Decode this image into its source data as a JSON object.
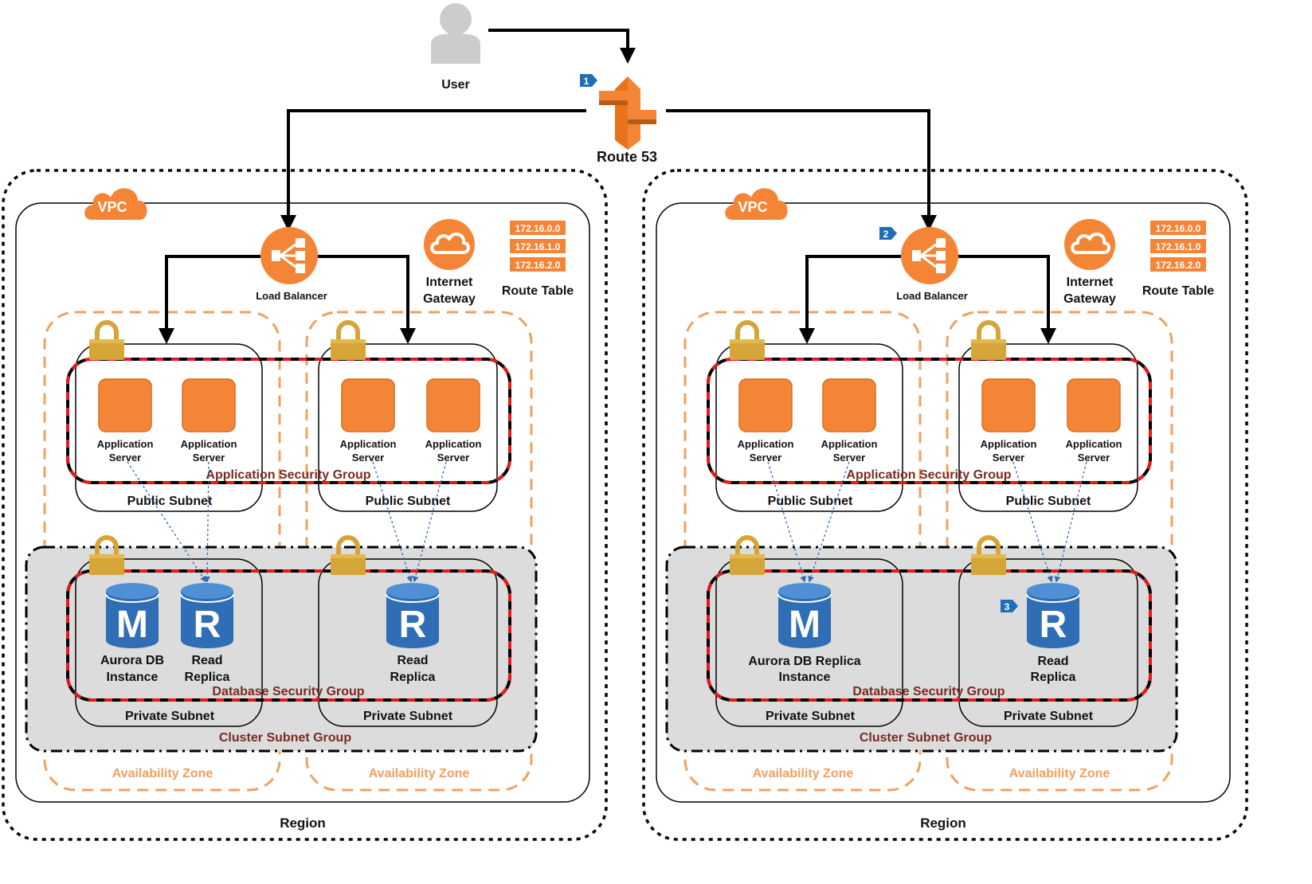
{
  "user": {
    "label": "User"
  },
  "route53": {
    "label": "Route 53"
  },
  "badges": {
    "one": "1",
    "two": "2",
    "three": "3"
  },
  "regions": [
    {
      "region_label": "Region",
      "vpc_label": "VPC",
      "load_balancer": "Load Balancer",
      "internet_gateway": [
        "Internet",
        "Gateway"
      ],
      "route_table": {
        "label": "Route Table",
        "entries": [
          "172.16.0.0",
          "172.16.1.0",
          "172.16.2.0"
        ]
      },
      "app_servers": [
        [
          "Application",
          "Server"
        ],
        [
          "Application",
          "Server"
        ],
        [
          "Application",
          "Server"
        ],
        [
          "Application",
          "Server"
        ]
      ],
      "app_sg": "Application Security Group",
      "public_subnets": [
        "Public Subnet",
        "Public Subnet"
      ],
      "db_primary": {
        "letter": "M",
        "label": [
          "Aurora DB",
          "Instance"
        ]
      },
      "db_replica_a": {
        "letter": "R",
        "label": [
          "Read",
          "Replica"
        ]
      },
      "db_replica_b": {
        "letter": "R",
        "label": [
          "Read",
          "Replica"
        ]
      },
      "db_sg": "Database Security Group",
      "private_subnets": [
        "Private Subnet",
        "Private Subnet"
      ],
      "cluster_group": "Cluster Subnet Group",
      "availability_zones": [
        "Availability Zone",
        "Availability Zone"
      ]
    },
    {
      "region_label": "Region",
      "vpc_label": "VPC",
      "load_balancer": "Load Balancer",
      "internet_gateway": [
        "Internet",
        "Gateway"
      ],
      "route_table": {
        "label": "Route Table",
        "entries": [
          "172.16.0.0",
          "172.16.1.0",
          "172.16.2.0"
        ]
      },
      "app_servers": [
        [
          "Application",
          "Server"
        ],
        [
          "Application",
          "Server"
        ],
        [
          "Application",
          "Server"
        ],
        [
          "Application",
          "Server"
        ]
      ],
      "app_sg": "Application Security Group",
      "public_subnets": [
        "Public Subnet",
        "Public Subnet"
      ],
      "db_primary": {
        "letter": "M",
        "label": [
          "Aurora DB Replica",
          "Instance"
        ]
      },
      "db_replica_b": {
        "letter": "R",
        "label": [
          "Read",
          "Replica"
        ]
      },
      "db_sg": "Database Security Group",
      "private_subnets": [
        "Private Subnet",
        "Private Subnet"
      ],
      "cluster_group": "Cluster Subnet Group",
      "availability_zones": [
        "Availability Zone",
        "Availability Zone"
      ]
    }
  ],
  "colors": {
    "aws_orange": "#f58536",
    "gateway_orange": "#f58536",
    "db_blue": "#2f6db5",
    "lock_gold": "#d6a538",
    "sg_red": "#e21b1b",
    "az_orange": "#f0a060",
    "cluster_gray": "#dcdcdc",
    "badge_blue": "#1f6fb8",
    "label_brown": "#7a2a1f"
  }
}
